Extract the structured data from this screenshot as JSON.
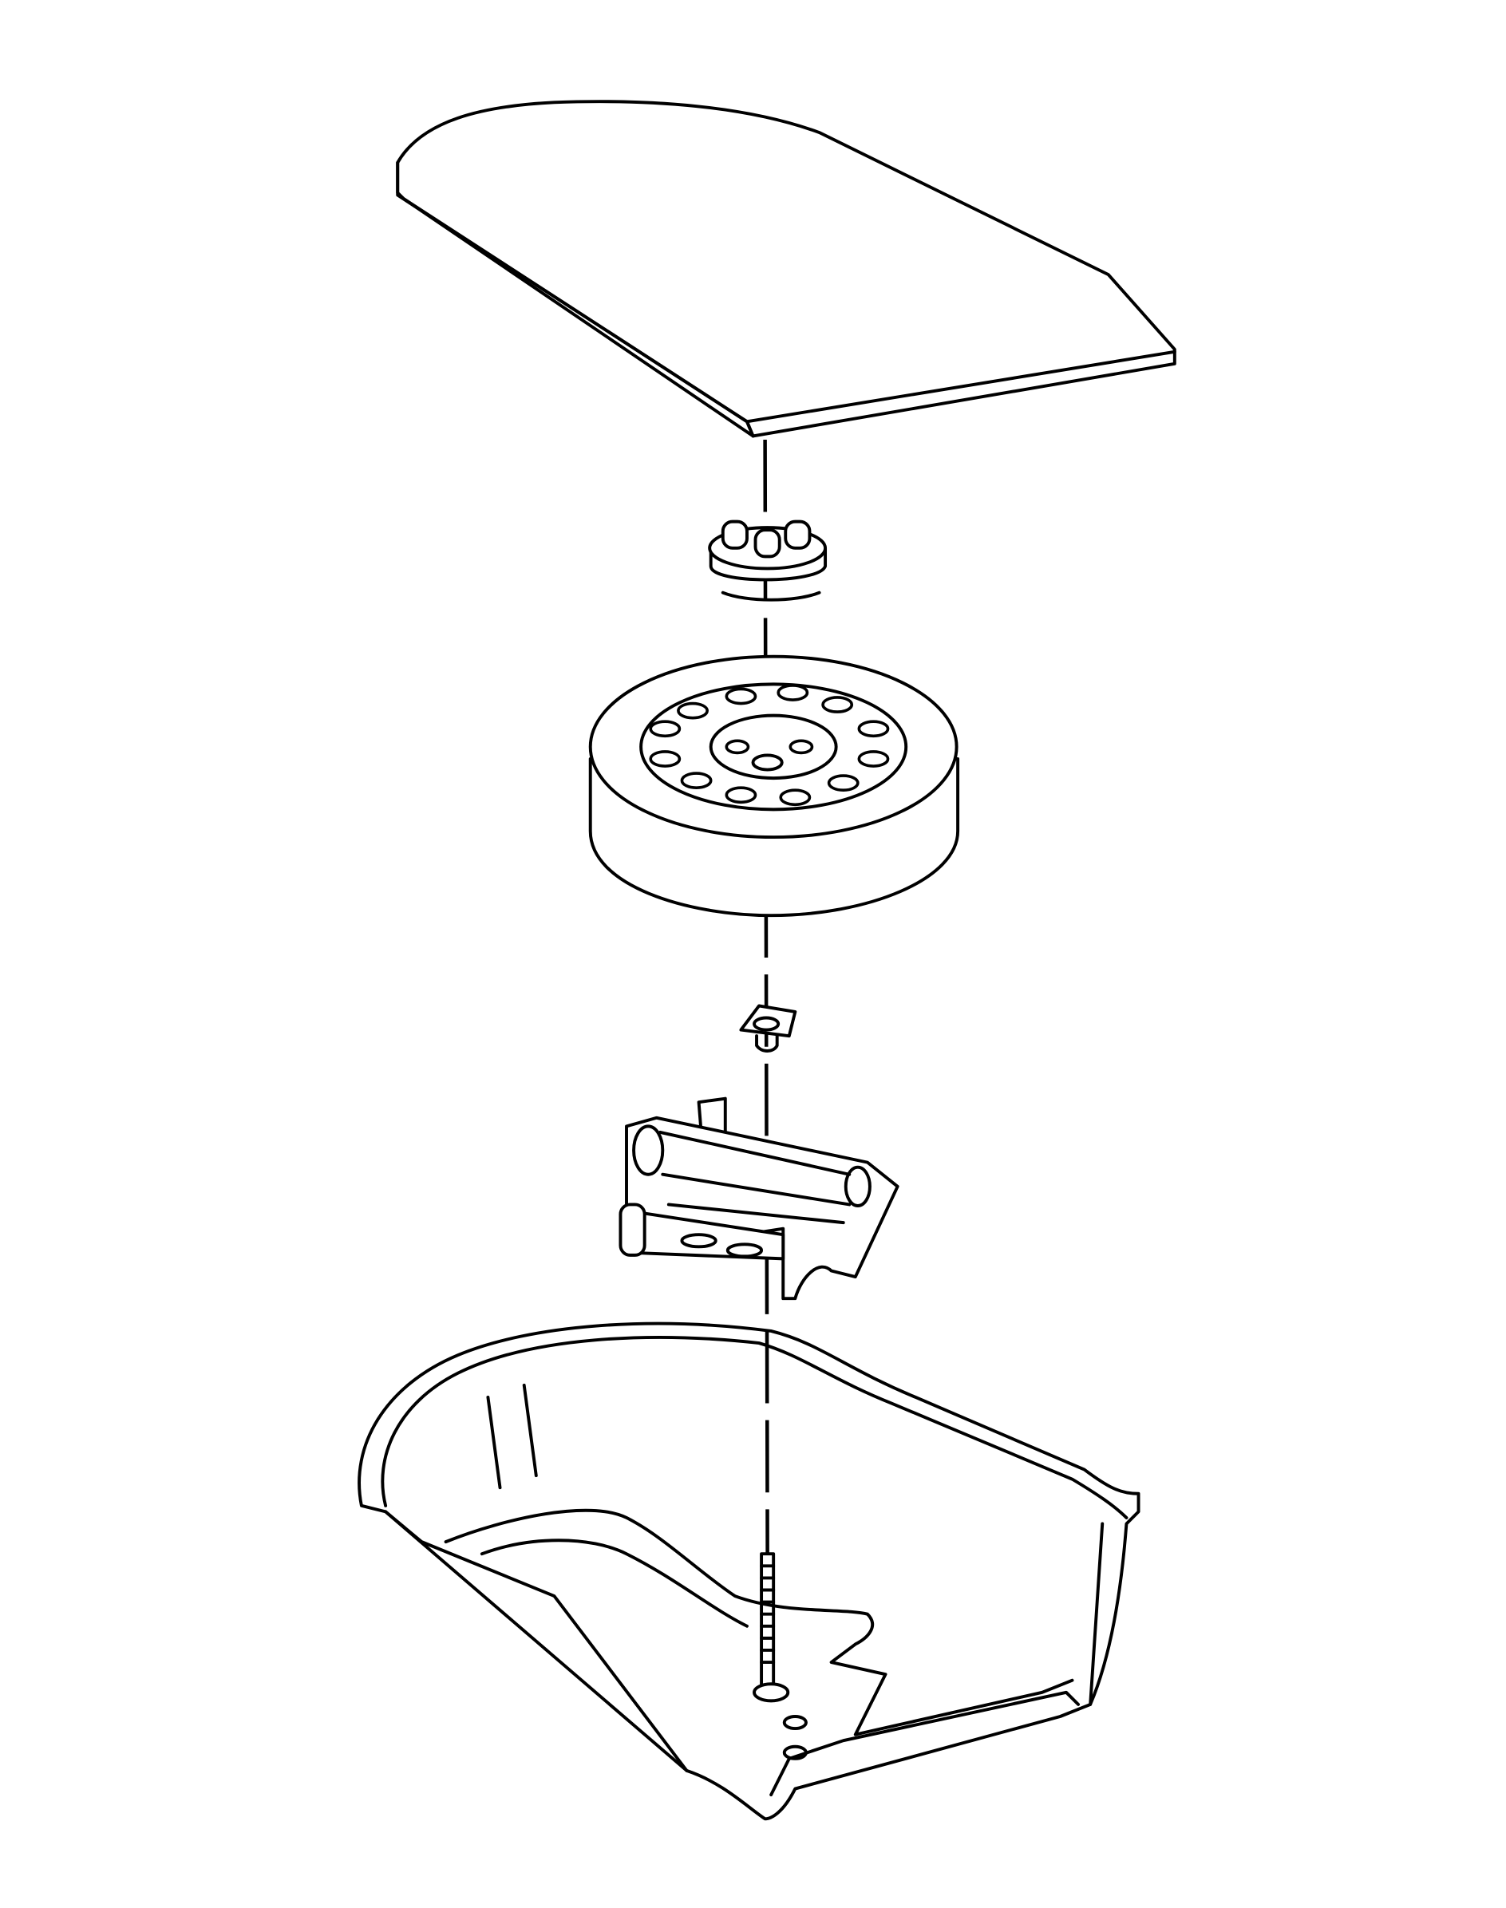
{
  "colors": {
    "stroke": "#000000",
    "background": "#ffffff"
  },
  "parts": [
    "cover-panel",
    "retainer-nut",
    "spare-tire",
    "spacer-nut",
    "jack",
    "retention-bolt",
    "spare-tire-well"
  ]
}
